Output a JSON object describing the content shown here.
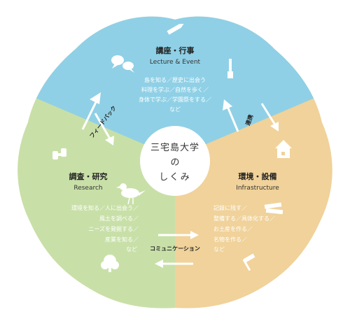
{
  "center": {
    "line1": "三宅島大学",
    "line2": "の",
    "line3": "しくみ"
  },
  "sections": {
    "lecture": {
      "title": "講座・行事",
      "subtitle": "Lecture & Event",
      "items": [
        "島を知る／歴史に出会う",
        "料理を学ぶ／自然を歩く／",
        "身体で学ぶ／学園祭をする／",
        "など"
      ],
      "color": "#8fd0e6"
    },
    "research": {
      "title": "調査・研究",
      "subtitle": "Research",
      "items": [
        "環境を知る／人に出会う／",
        "風土を調べる／",
        "ニーズを発掘する／",
        "産業を知る／",
        "など"
      ],
      "color": "#c8e0a8"
    },
    "infrastructure": {
      "title": "環境・設備",
      "subtitle": "Infrastructure",
      "items": [
        "記録に残す／",
        "整備する／具体化する／",
        "お土産を作る／",
        "名物を作る／",
        "など"
      ],
      "color": "#f0d29a"
    }
  },
  "connectors": {
    "feedback": "フィードバック",
    "cooperation": "連携",
    "communication": "コミュニケーション"
  },
  "icons": [
    "pencil-icon",
    "speech-bubbles-icon",
    "brush-icon",
    "binoculars-icon",
    "bird-icon",
    "tree-icon",
    "house-icon",
    "stack-icon",
    "hammer-icon"
  ]
}
